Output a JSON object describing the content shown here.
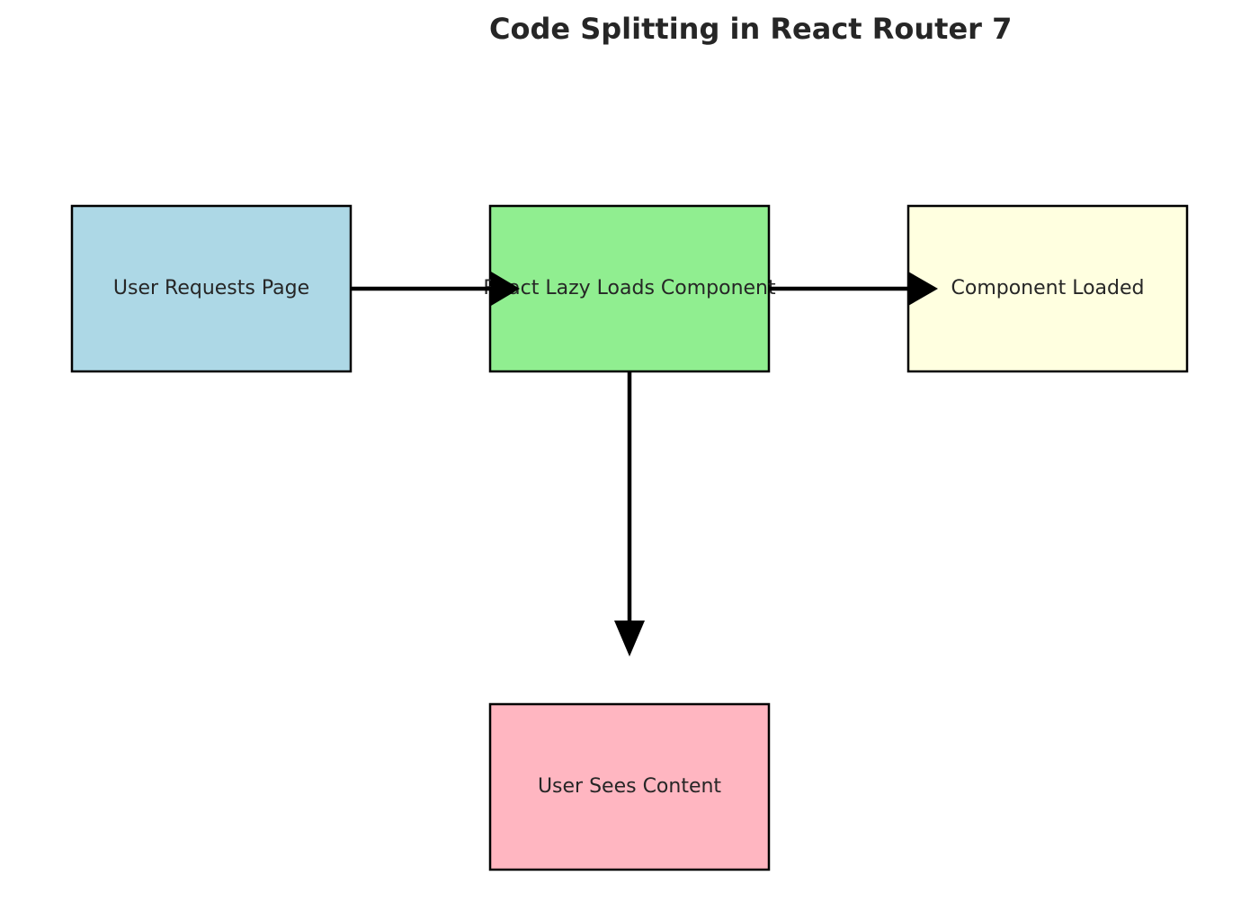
{
  "title": "Code Splitting in React Router 7",
  "nodes": [
    {
      "id": "request",
      "label": "User Requests Page",
      "color": "#add8e6"
    },
    {
      "id": "lazy",
      "label": "React Lazy Loads Component",
      "color": "#90ee90"
    },
    {
      "id": "loaded",
      "label": "Component Loaded",
      "color": "#ffffe0"
    },
    {
      "id": "sees",
      "label": "User Sees Content",
      "color": "#ffb6c1"
    }
  ],
  "edges": [
    {
      "from": "request",
      "to": "lazy"
    },
    {
      "from": "lazy",
      "to": "loaded"
    },
    {
      "from": "lazy",
      "to": "sees"
    }
  ],
  "colors": {
    "stroke": "#000000",
    "text": "#262626"
  }
}
